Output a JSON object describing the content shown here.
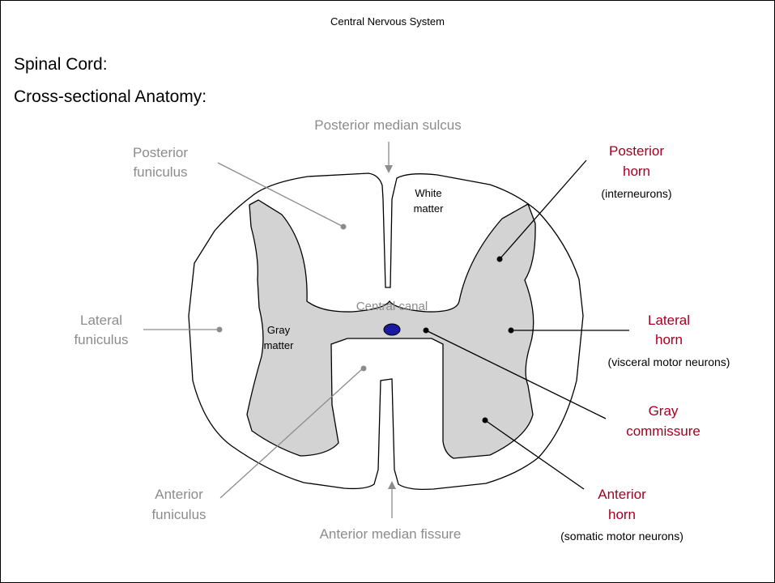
{
  "header": "Central Nervous System",
  "heading": "Spinal Cord:",
  "subheading": "Cross-sectional Anatomy:",
  "labels": {
    "posterior_median_sulcus": "Posterior median sulcus",
    "posterior_funiculus": [
      "Posterior",
      "funiculus"
    ],
    "white_matter": [
      "White",
      "matter"
    ],
    "central_canal": "Central canal",
    "lateral_funiculus": [
      "Lateral",
      "funiculus"
    ],
    "gray_matter": [
      "Gray",
      "matter"
    ],
    "anterior_funiculus": [
      "Anterior",
      "funiculus"
    ],
    "anterior_median_fissure": "Anterior median fissure",
    "posterior_horn": [
      "Posterior",
      "horn"
    ],
    "posterior_horn_note": "(interneurons)",
    "lateral_horn": [
      "Lateral",
      "horn"
    ],
    "lateral_horn_note": "(visceral motor neurons)",
    "gray_commissure": [
      "Gray",
      "commissure"
    ],
    "anterior_horn": [
      "Anterior",
      "horn"
    ],
    "anterior_horn_note": "(somatic motor neurons)"
  },
  "colors": {
    "structure_label": "#8c8c8c",
    "horn_label": "#a50021",
    "gray_matter_fill": "#d3d3d3",
    "central_canal_fill": "#1a1aa0"
  }
}
